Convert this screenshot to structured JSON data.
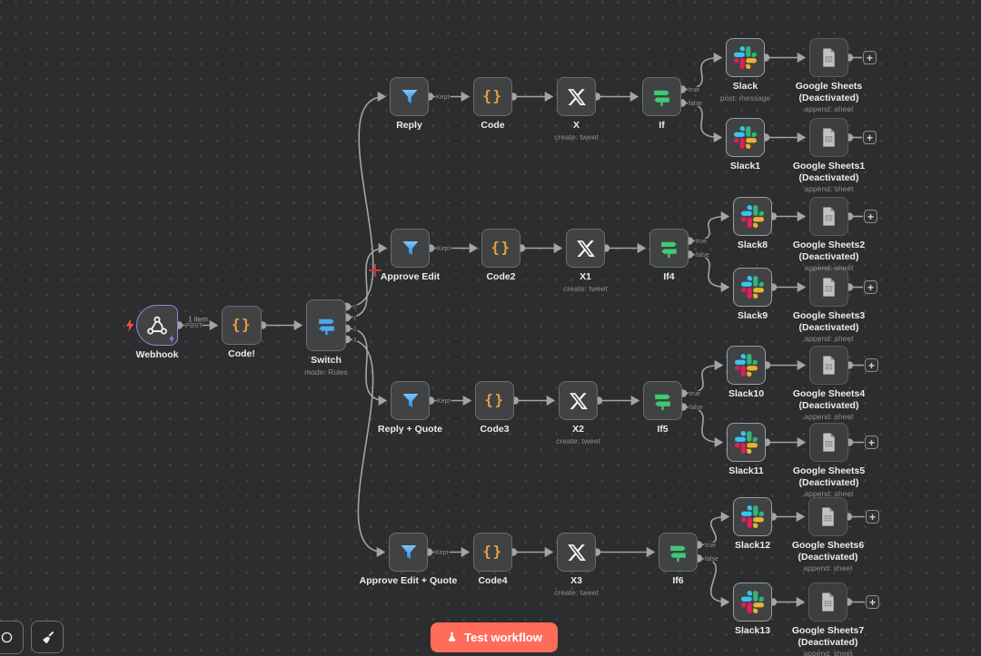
{
  "canvas": {
    "background": "#2c2d2e",
    "colors": {
      "edge": "#a2a4a7",
      "node_bg": "#414244",
      "node_border": "#6c6d70",
      "accent_button": "#ff6d5a",
      "filter_icon_top": "#7cc5f6",
      "filter_icon_bottom": "#2e8fe8",
      "code_icon": "#e8a33b",
      "switch_icon": "#4aa8f0",
      "if_icon": "#3fca74",
      "webhook_border": "#8d88d8",
      "trigger_bolt": "#ff4a38",
      "webhook_badge_bolt": "#8f7ff2",
      "slack_blue": "#36C5F0",
      "slack_green": "#2EB67D",
      "slack_yellow": "#ECB22E",
      "slack_red": "#E01E5A"
    }
  },
  "workflow": {
    "nodes": [
      {
        "id": "webhook",
        "label": "Webhook",
        "icon": "webhook",
        "output_labels": [
          "POST"
        ]
      },
      {
        "id": "code1",
        "label": "Code!",
        "icon": "code"
      },
      {
        "id": "switch",
        "label": "Switch",
        "sub": "mode: Rules",
        "icon": "switch",
        "output_labels": [
          "0",
          "1",
          "2",
          "3"
        ]
      },
      {
        "id": "reply",
        "label": "Reply",
        "icon": "filter",
        "output_labels": [
          "Kept"
        ]
      },
      {
        "id": "code",
        "label": "Code",
        "icon": "code"
      },
      {
        "id": "x",
        "label": "X",
        "sub": "create: tweet",
        "icon": "x"
      },
      {
        "id": "if",
        "label": "If",
        "icon": "if",
        "output_labels": [
          "true",
          "false"
        ]
      },
      {
        "id": "slack",
        "label": "Slack",
        "sub": "post: message",
        "icon": "slack"
      },
      {
        "id": "gs",
        "label": "Google Sheets",
        "label2": "(Deactivated)",
        "sub": "append: sheet",
        "icon": "sheets",
        "disabled": true
      },
      {
        "id": "plus1",
        "icon": "plus",
        "label": ""
      },
      {
        "id": "slack1",
        "label": "Slack1",
        "icon": "slack"
      },
      {
        "id": "gs1",
        "label": "Google Sheets1",
        "label2": "(Deactivated)",
        "sub": "append: sheet",
        "icon": "sheets",
        "disabled": true
      },
      {
        "id": "plus2",
        "icon": "plus",
        "label": ""
      },
      {
        "id": "approve_edit",
        "label": "Approve Edit",
        "icon": "filter",
        "output_labels": [
          "Kept"
        ]
      },
      {
        "id": "code2",
        "label": "Code2",
        "icon": "code"
      },
      {
        "id": "x1",
        "label": "X1",
        "sub": "create: tweet",
        "icon": "x"
      },
      {
        "id": "if4",
        "label": "If4",
        "icon": "if",
        "output_labels": [
          "true",
          "false"
        ]
      },
      {
        "id": "slack8",
        "label": "Slack8",
        "icon": "slack"
      },
      {
        "id": "gs2",
        "label": "Google Sheets2",
        "label2": "(Deactivated)",
        "sub": "append: sheet",
        "icon": "sheets",
        "disabled": true
      },
      {
        "id": "plus3",
        "icon": "plus",
        "label": ""
      },
      {
        "id": "slack9",
        "label": "Slack9",
        "icon": "slack"
      },
      {
        "id": "gs3",
        "label": "Google Sheets3",
        "label2": "(Deactivated)",
        "sub": "append: sheet",
        "icon": "sheets",
        "disabled": true
      },
      {
        "id": "plus4",
        "icon": "plus",
        "label": ""
      },
      {
        "id": "reply_quote",
        "label": "Reply + Quote",
        "icon": "filter",
        "output_labels": [
          "Kept"
        ]
      },
      {
        "id": "code3",
        "label": "Code3",
        "icon": "code"
      },
      {
        "id": "x2",
        "label": "X2",
        "sub": "create: tweet",
        "icon": "x"
      },
      {
        "id": "if5",
        "label": "If5",
        "icon": "if",
        "output_labels": [
          "true",
          "false"
        ]
      },
      {
        "id": "slack10",
        "label": "Slack10",
        "icon": "slack"
      },
      {
        "id": "gs4",
        "label": "Google Sheets4",
        "label2": "(Deactivated)",
        "sub": "append: sheet",
        "icon": "sheets",
        "disabled": true
      },
      {
        "id": "plus5",
        "icon": "plus",
        "label": ""
      },
      {
        "id": "slack11",
        "label": "Slack11",
        "icon": "slack"
      },
      {
        "id": "gs5",
        "label": "Google Sheets5",
        "label2": "(Deactivated)",
        "sub": "append: sheet",
        "icon": "sheets",
        "disabled": true
      },
      {
        "id": "plus6",
        "icon": "plus",
        "label": ""
      },
      {
        "id": "approve_edit_quote",
        "label": "Approve Edit + Quote",
        "icon": "filter",
        "output_labels": [
          "Kept"
        ]
      },
      {
        "id": "code4",
        "label": "Code4",
        "icon": "code"
      },
      {
        "id": "x3",
        "label": "X3",
        "sub": "create: tweet",
        "icon": "x"
      },
      {
        "id": "if6",
        "label": "If6",
        "icon": "if",
        "output_labels": [
          "true",
          "false"
        ]
      },
      {
        "id": "slack12",
        "label": "Slack12",
        "icon": "slack"
      },
      {
        "id": "gs6",
        "label": "Google Sheets6",
        "label2": "(Deactivated)",
        "sub": "append: sheet",
        "icon": "sheets",
        "disabled": true
      },
      {
        "id": "plus7",
        "icon": "plus",
        "label": ""
      },
      {
        "id": "slack13",
        "label": "Slack13",
        "icon": "slack"
      },
      {
        "id": "gs7",
        "label": "Google Sheets7",
        "label2": "(Deactivated)",
        "sub": "append: sheet",
        "icon": "sheets",
        "disabled": true
      },
      {
        "id": "plus8",
        "icon": "plus",
        "label": ""
      }
    ],
    "edges": [
      {
        "from": "webhook",
        "to": "code1",
        "label": "1 item"
      },
      {
        "from": "code1",
        "to": "switch"
      },
      {
        "from": "switch",
        "out": 0,
        "to": "reply"
      },
      {
        "from": "switch",
        "out": 1,
        "to": "approve_edit"
      },
      {
        "from": "switch",
        "out": 2,
        "to": "reply_quote"
      },
      {
        "from": "switch",
        "out": 3,
        "to": "approve_edit_quote"
      },
      {
        "from": "reply",
        "to": "code"
      },
      {
        "from": "code",
        "to": "x"
      },
      {
        "from": "x",
        "to": "if"
      },
      {
        "from": "if",
        "out": 0,
        "to": "slack"
      },
      {
        "from": "if",
        "out": 1,
        "to": "slack1"
      },
      {
        "from": "slack",
        "to": "gs"
      },
      {
        "from": "gs",
        "to": "plus1"
      },
      {
        "from": "slack1",
        "to": "gs1"
      },
      {
        "from": "gs1",
        "to": "plus2"
      },
      {
        "from": "approve_edit",
        "to": "code2"
      },
      {
        "from": "code2",
        "to": "x1"
      },
      {
        "from": "x1",
        "to": "if4"
      },
      {
        "from": "if4",
        "out": 0,
        "to": "slack8"
      },
      {
        "from": "if4",
        "out": 1,
        "to": "slack9"
      },
      {
        "from": "slack8",
        "to": "gs2"
      },
      {
        "from": "gs2",
        "to": "plus3"
      },
      {
        "from": "slack9",
        "to": "gs3"
      },
      {
        "from": "gs3",
        "to": "plus4"
      },
      {
        "from": "reply_quote",
        "to": "code3"
      },
      {
        "from": "code3",
        "to": "x2"
      },
      {
        "from": "x2",
        "to": "if5"
      },
      {
        "from": "if5",
        "out": 0,
        "to": "slack10"
      },
      {
        "from": "if5",
        "out": 1,
        "to": "slack11"
      },
      {
        "from": "slack10",
        "to": "gs4"
      },
      {
        "from": "gs4",
        "to": "plus5"
      },
      {
        "from": "slack11",
        "to": "gs5"
      },
      {
        "from": "gs5",
        "to": "plus6"
      },
      {
        "from": "approve_edit_quote",
        "to": "code4"
      },
      {
        "from": "code4",
        "to": "x3"
      },
      {
        "from": "x3",
        "to": "if6"
      },
      {
        "from": "if6",
        "out": 0,
        "to": "slack12"
      },
      {
        "from": "if6",
        "out": 1,
        "to": "slack13"
      },
      {
        "from": "slack12",
        "to": "gs6"
      },
      {
        "from": "gs6",
        "to": "plus7"
      },
      {
        "from": "slack13",
        "to": "gs7"
      },
      {
        "from": "gs7",
        "to": "plus8"
      }
    ]
  },
  "controls": {
    "test_workflow_label": "Test workflow",
    "plus_glyph": "+"
  }
}
